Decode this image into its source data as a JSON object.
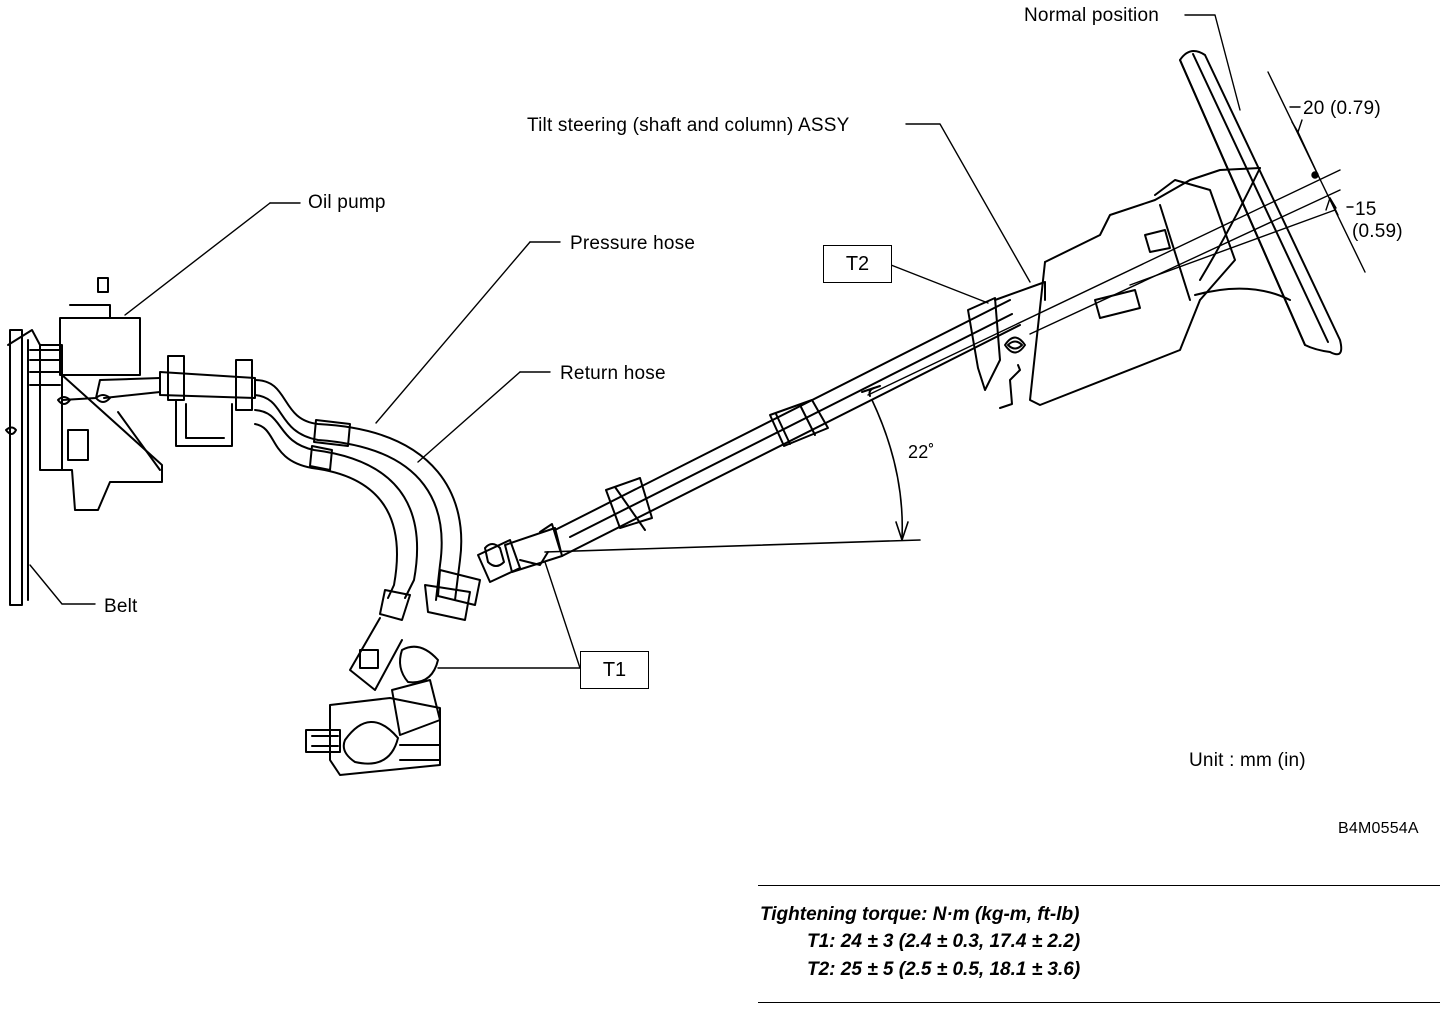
{
  "labels": {
    "normal_position": "Normal position",
    "tilt_assy": "Tilt steering (shaft and column) ASSY",
    "oil_pump": "Oil pump",
    "pressure_hose": "Pressure hose",
    "return_hose": "Return hose",
    "belt": "Belt",
    "dim_20": "20 (0.79)",
    "dim_15a": "15",
    "dim_15b": "(0.59)",
    "angle": "22˚",
    "unit": "Unit : mm (in)",
    "figure_code": "B4M0554A"
  },
  "callouts": {
    "t1": "T1",
    "t2": "T2"
  },
  "torque": {
    "heading": "Tightening torque: N·m (kg-m, ft-lb)",
    "t1_spec": "T1: 24 ± 3 (2.4 ± 0.3, 17.4 ± 2.2)",
    "t2_spec": "T2: 25 ± 5 (2.5 ± 0.5, 18.1 ± 3.6)"
  }
}
